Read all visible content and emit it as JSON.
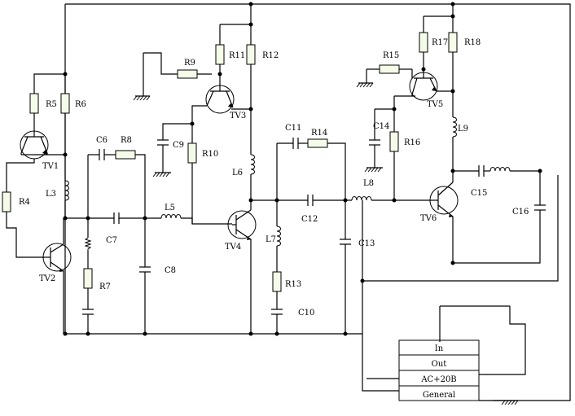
{
  "labels": {
    "TV1": "TV1",
    "TV2": "TV2",
    "TV3": "TV3",
    "TV4": "TV4",
    "TV5": "TV5",
    "TV6": "TV6",
    "R4": "R4",
    "R5": "R5",
    "R6": "R6",
    "R7": "R7",
    "R8": "R8",
    "R9": "R9",
    "R10": "R10",
    "R11": "R11",
    "R12": "R12",
    "R13": "R13",
    "R14": "R14",
    "R15": "R15",
    "R16": "R16",
    "R17": "R17",
    "R18": "R18",
    "C6": "C6",
    "C7": "C7",
    "C8": "C8",
    "C9": "C9",
    "C10": "C10",
    "C11": "C11",
    "C12": "C12",
    "C13": "C13",
    "C14": "C14",
    "C15": "C15",
    "C16": "C16",
    "L3": "L3",
    "L5": "L5",
    "L6": "L6",
    "L7": "L7",
    "L8": "L8",
    "L9": "L9"
  },
  "terminal_block": {
    "in": "In",
    "out": "Out",
    "power": "AC+20B",
    "general": "General"
  }
}
